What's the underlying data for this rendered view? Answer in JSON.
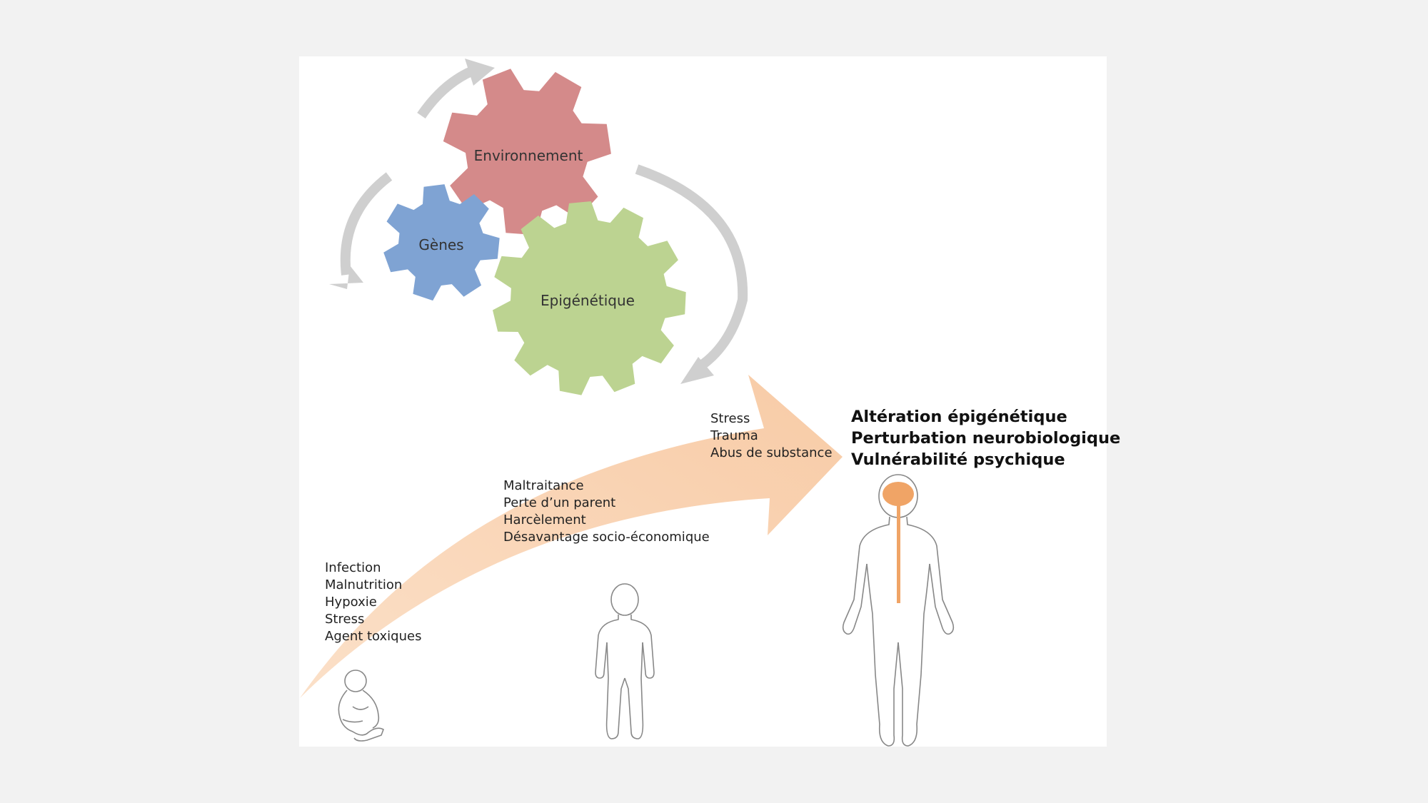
{
  "colors": {
    "background": "#f2f2f2",
    "panel": "#ffffff",
    "gear_environment": "#d48a8a",
    "gear_genes": "#7fa3d3",
    "gear_epigenetics": "#bcd391",
    "cycle_arrow": "#cfcfcf",
    "life_arrow": "#f9d2b3",
    "nervous_system": "#f0a466",
    "figure_outline": "#888888"
  },
  "gears": {
    "environment": {
      "label": "Environnement",
      "icon": "gear-icon"
    },
    "genes": {
      "label": "Gènes",
      "icon": "gear-icon"
    },
    "epigenetics": {
      "label": "Epigénétique",
      "icon": "gear-icon"
    }
  },
  "stages": {
    "infant": {
      "icon": "infant-silhouette-icon",
      "factors": [
        "Infection",
        "Malnutrition",
        "Hypoxie",
        "Stress",
        "Agent toxiques"
      ]
    },
    "child": {
      "icon": "child-silhouette-icon",
      "factors": [
        "Maltraitance",
        "Perte d’un parent",
        "Harcèlement",
        "Désavantage socio-économique"
      ]
    },
    "adolescent": {
      "factors": [
        "Stress",
        "Trauma",
        "Abus de substance"
      ]
    },
    "adult": {
      "icon": "adult-with-nervous-system-icon",
      "outcomes": [
        "Altération épigénétique",
        "Perturbation neurobiologique",
        "Vulnérabilité psychique"
      ]
    }
  }
}
